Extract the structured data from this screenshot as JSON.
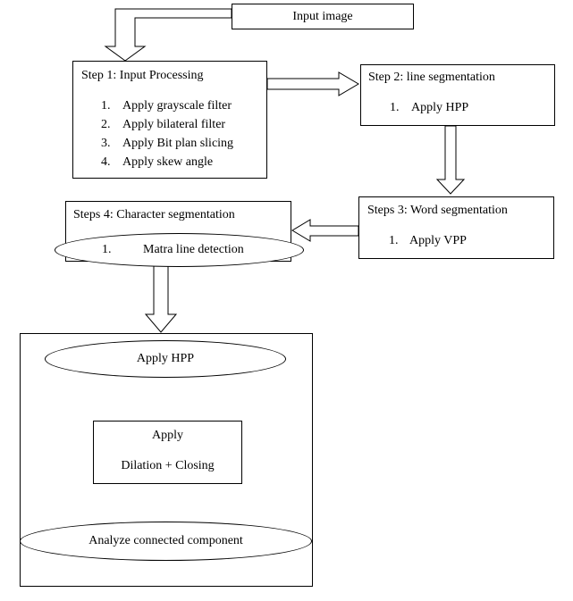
{
  "diagram": {
    "input": "Input image",
    "step1": {
      "title": "Step 1: Input Processing",
      "items": [
        "Apply grayscale filter",
        "Apply bilateral filter",
        "Apply Bit plan slicing",
        "Apply skew angle"
      ]
    },
    "step2": {
      "title": "Step 2: line segmentation",
      "items": [
        "Apply HPP"
      ]
    },
    "step3": {
      "title": "Steps 3: Word segmentation",
      "items": [
        "Apply VPP"
      ]
    },
    "step4": {
      "title": "Steps 4: Character segmentation",
      "items": [
        "Matra line detection"
      ]
    },
    "substeps": {
      "hpp": "Apply HPP",
      "morph_line1": "Apply",
      "morph_line2": "Dilation + Closing",
      "analyze": "Analyze connected component"
    },
    "numbers": [
      "1.",
      "2.",
      "3.",
      "4."
    ]
  }
}
